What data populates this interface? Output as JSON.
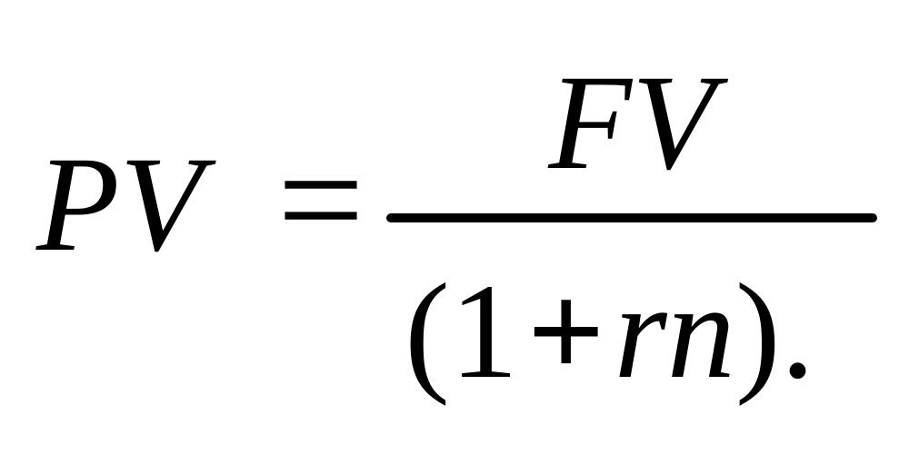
{
  "formula": {
    "lhs": "PV",
    "equals": "=",
    "numerator": "FV",
    "denominator": {
      "open_paren": "(",
      "one": "1",
      "plus": "+",
      "variables": "rn",
      "close_paren": ")."
    }
  }
}
